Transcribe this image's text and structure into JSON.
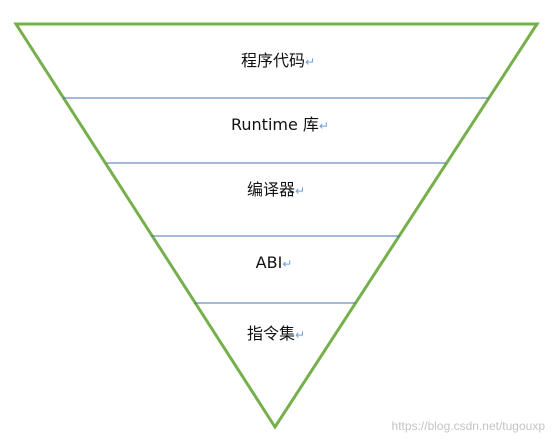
{
  "diagram": {
    "layers": [
      {
        "label": "程序代码"
      },
      {
        "label": "Runtime 库"
      },
      {
        "label": "编译器"
      },
      {
        "label": "ABI"
      },
      {
        "label": "指令集"
      }
    ],
    "paragraph_mark": "↵"
  },
  "watermark": "https://blog.csdn.net/tugouxp",
  "colors": {
    "triangle_stroke": "#76b04a",
    "divider_stroke": "#4a72b0",
    "paragraph_mark": "#6ea0d8",
    "label_text": "#111111",
    "watermark_text": "#c4c4c4"
  }
}
